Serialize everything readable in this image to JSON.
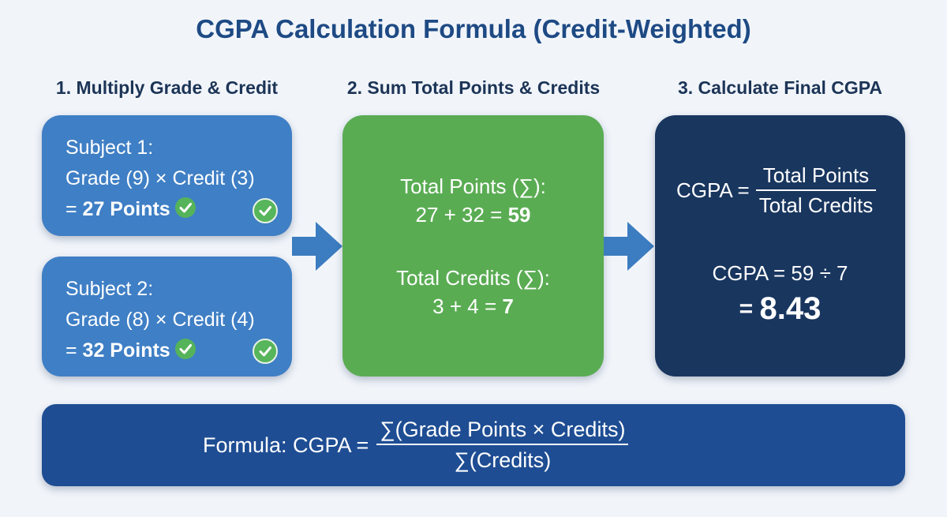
{
  "title": "CGPA Calculation Formula (Credit-Weighted)",
  "steps": [
    {
      "heading": "1. Multiply Grade & Credit"
    },
    {
      "heading": "2. Sum Total Points & Credits"
    },
    {
      "heading": "3. Calculate Final CGPA"
    }
  ],
  "subjects": [
    {
      "name": "Subject 1:",
      "calc": "Grade (9) × Credit (3)",
      "result_prefix": "= ",
      "result": "27 Points"
    },
    {
      "name": "Subject 2:",
      "calc": "Grade (8) × Credit (4)",
      "result_prefix": "= ",
      "result": "32 Points"
    }
  ],
  "totals": {
    "points_label": "Total Points (∑):",
    "points_sum": "27 + 32 = ",
    "points_value": "59",
    "credits_label": "Total Credits (∑):",
    "credits_sum": "3 + 4 = ",
    "credits_value": "7"
  },
  "final": {
    "lhs": "CGPA =",
    "numerator": "Total Points",
    "denominator": "Total Credits",
    "division": "CGPA = 59 ÷ 7",
    "result_prefix": "= ",
    "result": "8.43"
  },
  "formula": {
    "lhs": "Formula: CGPA =",
    "numerator": "∑(Grade Points × Credits)",
    "denominator": "∑(Credits)"
  },
  "colors": {
    "title": "#1e4a84",
    "subject_card": "#3f7fc5",
    "sum_card": "#5aac53",
    "final_card": "#19365f",
    "formula_bar": "#1e4d93",
    "arrow": "#3c7cc0",
    "check": "#55b35a"
  },
  "icons": {
    "check": "check-circle-icon",
    "arrow": "right-arrow-icon"
  }
}
